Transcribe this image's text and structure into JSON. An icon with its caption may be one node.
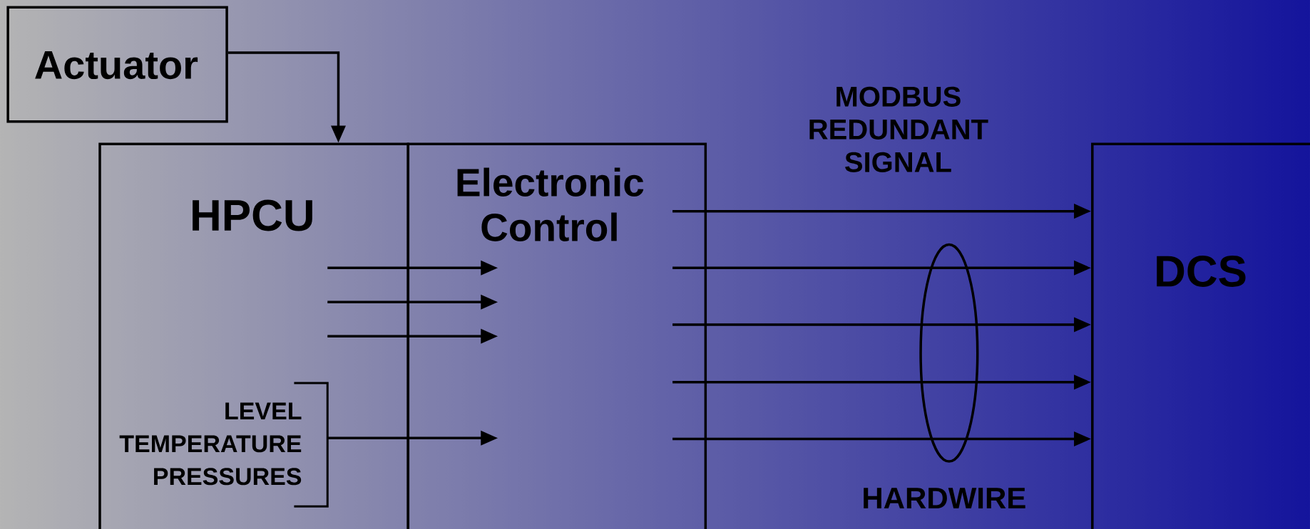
{
  "diagram": {
    "nodes": [
      {
        "text": [
          "Actuator"
        ]
      },
      {
        "text": [
          "HPCU"
        ]
      },
      {
        "text": [
          "Electronic Control"
        ]
      },
      {
        "text": [
          "DCS"
        ]
      },
      {
        "text": [
          "LEVEL TEMPERATURE PRESSURES"
        ],
        "in": 1
      }
    ],
    "edges": [
      {
        "from": 0,
        "to": 1,
        "arrow": "to"
      },
      {
        "from": null,
        "to": 2,
        "arrow": "to"
      },
      {
        "from": null,
        "to": 2,
        "arrow": "to"
      },
      {
        "from": null,
        "to": 2,
        "arrow": "to"
      },
      {
        "from": 4,
        "to": 2,
        "arrow": "to"
      },
      {
        "from": 2,
        "to": 3,
        "arrow": "to"
      },
      {
        "from": 2,
        "to": 3,
        "arrow": "to"
      },
      {
        "from": 2,
        "to": 3,
        "arrow": "to"
      },
      {
        "from": 2,
        "to": 3,
        "arrow": "to"
      },
      {
        "from": 2,
        "to": 3,
        "arrow": "to"
      }
    ],
    "labels": [
      "MODBUS REDUNDANT SIGNAL",
      "HARDWIRE"
    ]
  }
}
